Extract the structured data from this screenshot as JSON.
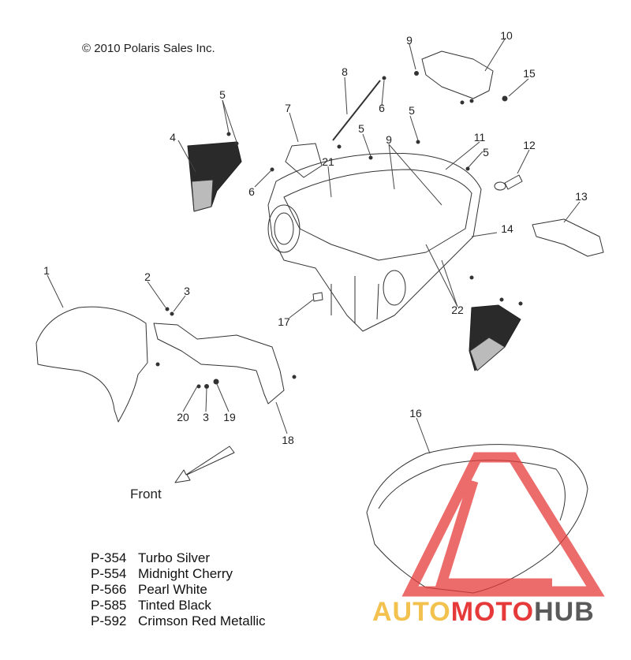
{
  "copyright": "© 2010 Polaris Sales Inc.",
  "front_label": "Front",
  "callouts": [
    {
      "id": "c1",
      "text": "1"
    },
    {
      "id": "c2",
      "text": "2"
    },
    {
      "id": "c3a",
      "text": "3"
    },
    {
      "id": "c3b",
      "text": "3"
    },
    {
      "id": "c4",
      "text": "4"
    },
    {
      "id": "c5a",
      "text": "5"
    },
    {
      "id": "c5b",
      "text": "5"
    },
    {
      "id": "c5c",
      "text": "5"
    },
    {
      "id": "c5d",
      "text": "5"
    },
    {
      "id": "c6a",
      "text": "6"
    },
    {
      "id": "c6b",
      "text": "6"
    },
    {
      "id": "c7",
      "text": "7"
    },
    {
      "id": "c8",
      "text": "8"
    },
    {
      "id": "c9a",
      "text": "9"
    },
    {
      "id": "c9b",
      "text": "9"
    },
    {
      "id": "c10",
      "text": "10"
    },
    {
      "id": "c11",
      "text": "11"
    },
    {
      "id": "c12",
      "text": "12"
    },
    {
      "id": "c13",
      "text": "13"
    },
    {
      "id": "c14",
      "text": "14"
    },
    {
      "id": "c15",
      "text": "15"
    },
    {
      "id": "c16",
      "text": "16"
    },
    {
      "id": "c17",
      "text": "17"
    },
    {
      "id": "c18",
      "text": "18"
    },
    {
      "id": "c19",
      "text": "19"
    },
    {
      "id": "c20",
      "text": "20"
    },
    {
      "id": "c21",
      "text": "21"
    },
    {
      "id": "c22",
      "text": "22"
    }
  ],
  "legend": [
    {
      "code": "P-354",
      "name": "Turbo Silver"
    },
    {
      "code": "P-554",
      "name": "Midnight Cherry"
    },
    {
      "code": "P-566",
      "name": "Pearl White"
    },
    {
      "code": "P-585",
      "name": "Tinted Black"
    },
    {
      "code": "P-592",
      "name": "Crimson Red Metallic"
    }
  ],
  "watermark": {
    "part1": "AUTO",
    "part2": "MOTO",
    "part3": "HUB"
  },
  "colors": {
    "line": "#333333",
    "watermark_red": "#e63a3a",
    "watermark_yellow": "#f2c14e",
    "watermark_gray": "#5a5a5a"
  }
}
